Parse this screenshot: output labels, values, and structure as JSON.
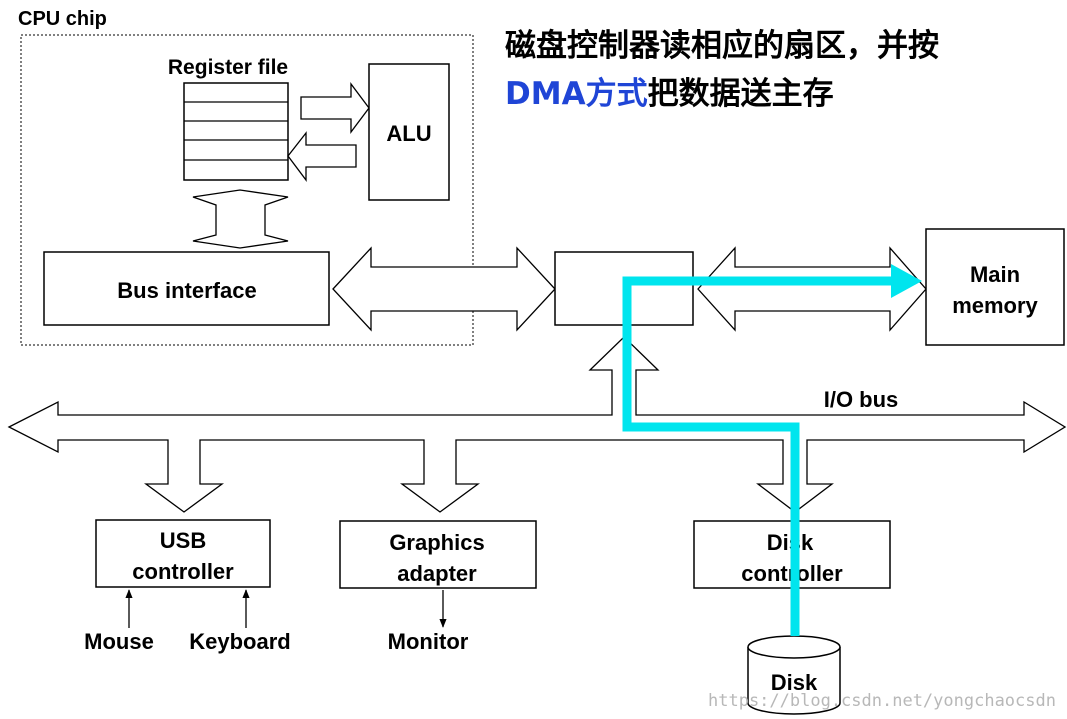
{
  "title": {
    "line1": "磁盘控制器读相应的扇区，并按",
    "line2_highlight": "DMA方式",
    "line2_rest": "把数据送主存",
    "highlight_color": "#1f45d6"
  },
  "labels": {
    "cpu_chip": "CPU chip",
    "register_file": "Register file",
    "alu": "ALU",
    "bus_interface": "Bus interface",
    "main_memory_1": "Main",
    "main_memory_2": "memory",
    "io_bus": "I/O bus",
    "usb_1": "USB",
    "usb_2": "controller",
    "graphics_1": "Graphics",
    "graphics_2": "adapter",
    "disk_ctrl_1": "Disk",
    "disk_ctrl_2": "controller",
    "mouse": "Mouse",
    "keyboard": "Keyboard",
    "monitor": "Monitor",
    "disk": "Disk"
  },
  "dma_path_color": "#00e5ee",
  "watermark": "https://blog.csdn.net/yongchaocsdn"
}
